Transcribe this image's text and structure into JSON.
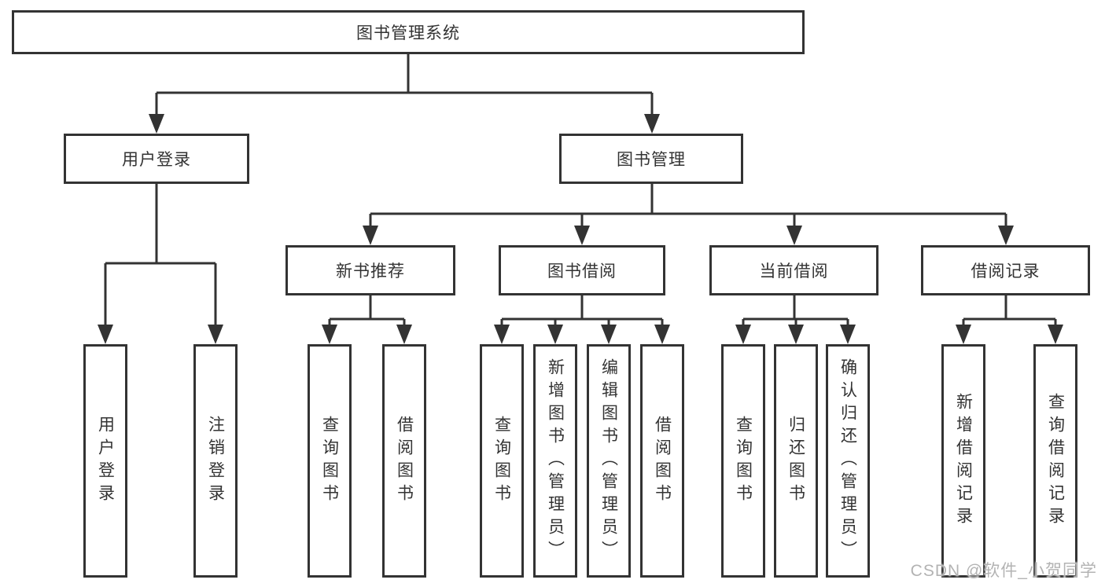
{
  "diagram": {
    "root": {
      "label": "图书管理系统"
    },
    "level2": [
      {
        "label": "用户登录"
      },
      {
        "label": "图书管理"
      }
    ],
    "level3": [
      {
        "label": "新书推荐"
      },
      {
        "label": "图书借阅"
      },
      {
        "label": "当前借阅"
      },
      {
        "label": "借阅记录"
      }
    ],
    "children": {
      "user_login": [
        {
          "label": "用户登录"
        },
        {
          "label": "注销登录"
        }
      ],
      "new_book": [
        {
          "label": "查询图书"
        },
        {
          "label": "借阅图书"
        }
      ],
      "book_borrow": [
        {
          "label": "查询图书"
        },
        {
          "label": "新增图书（管理员）"
        },
        {
          "label": "编辑图书（管理员）"
        },
        {
          "label": "借阅图书"
        }
      ],
      "current_borrow": [
        {
          "label": "查询图书"
        },
        {
          "label": "归还图书"
        },
        {
          "label": "确认归还（管理员）"
        }
      ],
      "borrow_records": [
        {
          "label": "新增借阅记录"
        },
        {
          "label": "查询借阅记录"
        }
      ]
    },
    "watermark": "CSDN @软件_小贺同学",
    "colors": {
      "line": "#333333",
      "text": "#333333",
      "box_background": "#ffffff",
      "page_background": "#ffffff",
      "watermark": "#b3b3b3"
    }
  }
}
